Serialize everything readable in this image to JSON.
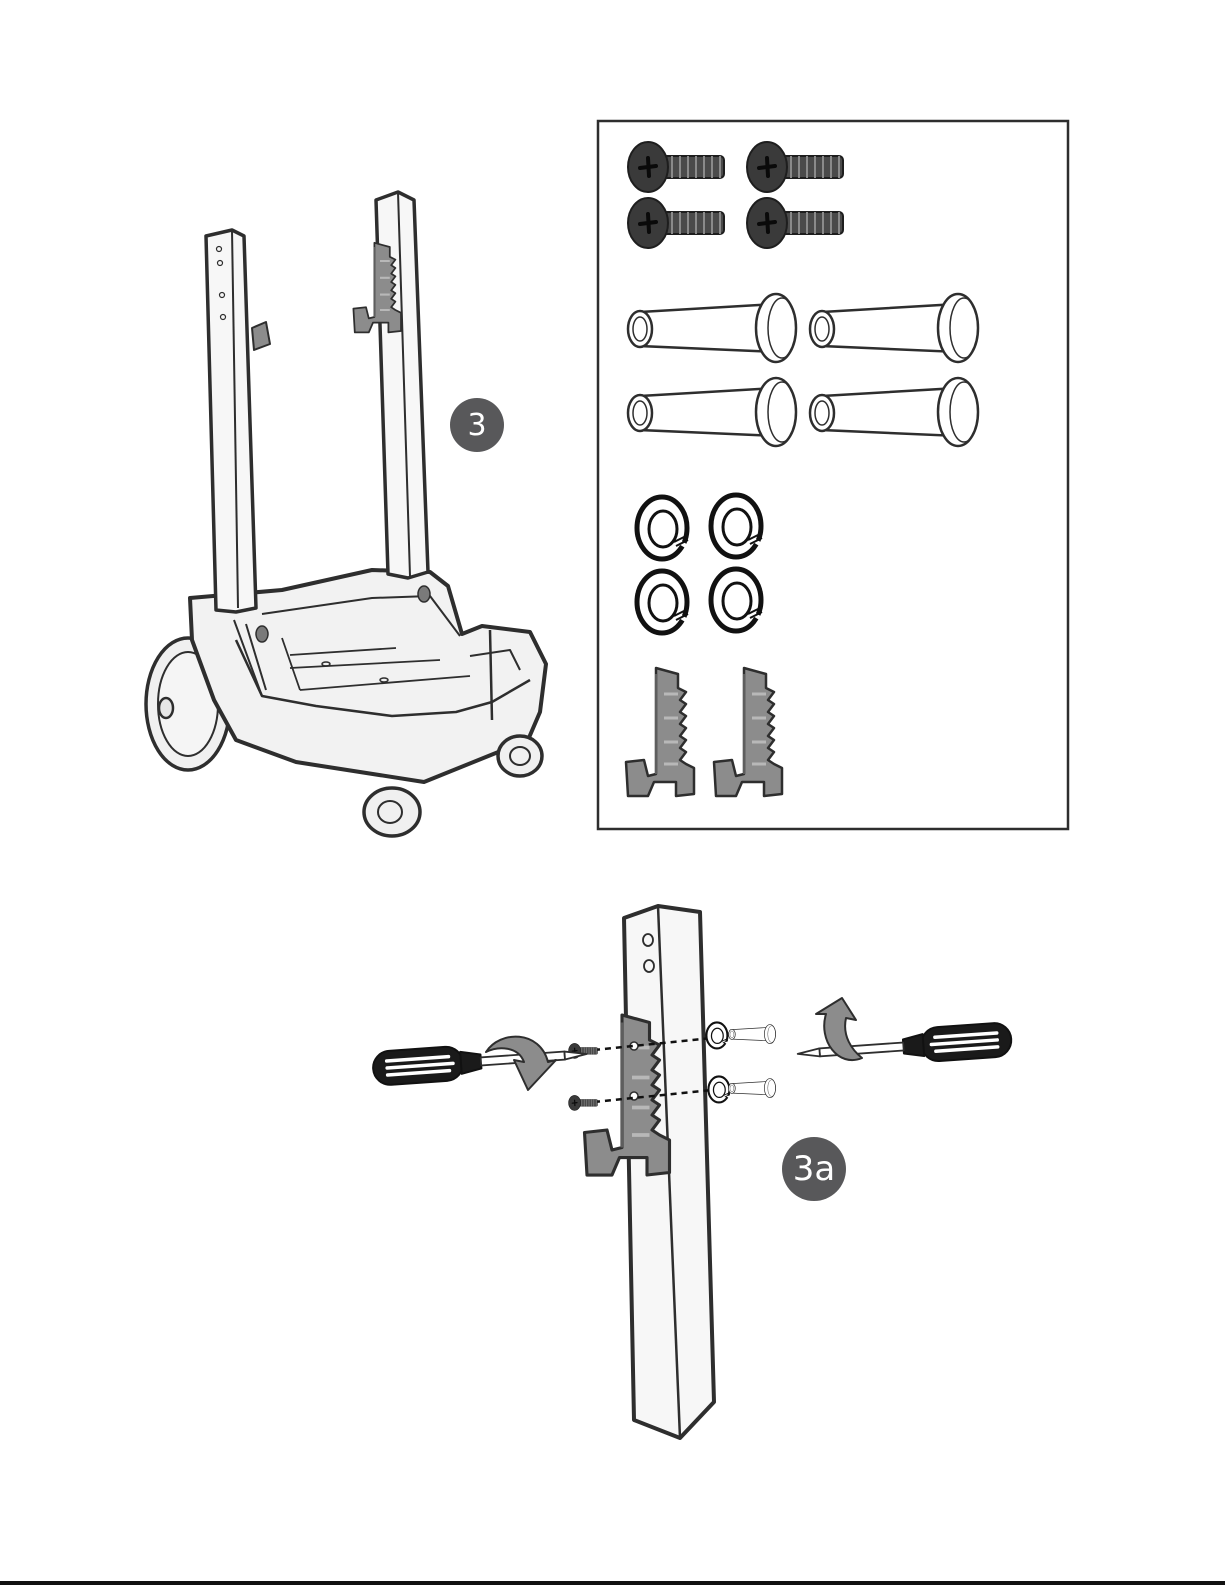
{
  "steps": {
    "main_label": "3",
    "detail_label": "3a"
  },
  "colors": {
    "outline": "#2e2e2e",
    "plastic_fill": "#f2f2f2",
    "hook_fill": "#8c8c8c",
    "screw_fill": "#3a3a3a",
    "badge_fill": "#58585a"
  },
  "parts_panel": {
    "screws_count": 4,
    "spacers_count": 4,
    "washers_count": 4,
    "hooks_count": 2
  }
}
